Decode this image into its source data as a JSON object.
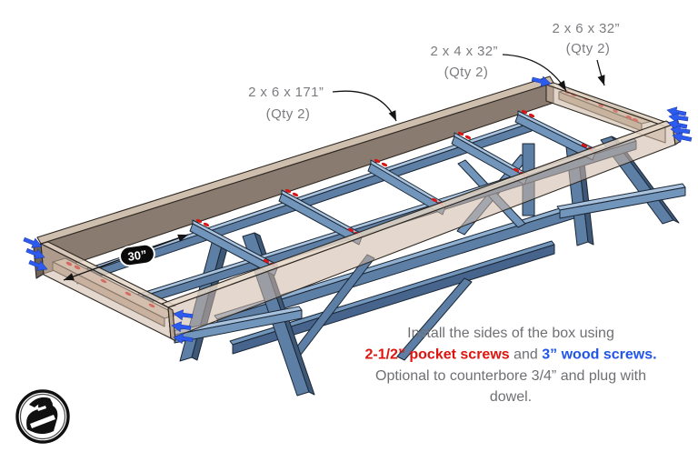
{
  "labels": {
    "long_side": {
      "dim": "2 x 6 x 171”",
      "qty": "(Qty 2)"
    },
    "end_support": {
      "dim": "2 x 4 x 32”",
      "qty": "(Qty 2)"
    },
    "end_board": {
      "dim": "2 x 6 x 32”",
      "qty": "(Qty 2)"
    }
  },
  "dimension": {
    "inner_width": "30”"
  },
  "note": {
    "line1": "Install the sides of the box using",
    "line2_red": "2-1/2” pocket screws",
    "line2_mid": " and ",
    "line2_blue": "3” wood screws.",
    "line3": "Optional to counterbore 3/4” and plug with",
    "line4": "dowel."
  },
  "colors": {
    "pocket_screw_red": "#e0140e",
    "wood_screw_blue": "#2155ea",
    "screw_arrow_blue": "#2e5bef",
    "frame_blue_light": "#a9c3df",
    "frame_blue_mid": "#7295bb",
    "frame_blue_dark": "#46648c",
    "wood_dark_face": "#8a7b70",
    "wood_light_top": "#cdbead",
    "wood_tan": "#cdb7a4",
    "label_gray": "#7b7c80"
  }
}
